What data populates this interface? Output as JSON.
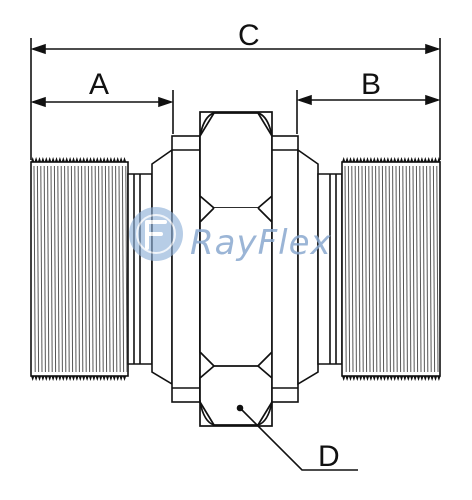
{
  "diagram": {
    "dimension_labels": {
      "a": "A",
      "b": "B",
      "c": "C",
      "d": "D"
    }
  },
  "watermark": {
    "text": "RayFlex",
    "color": "#8aa9cf",
    "logo_color": "#5f86bd"
  },
  "colors": {
    "line": "#111111",
    "background": "#ffffff"
  }
}
